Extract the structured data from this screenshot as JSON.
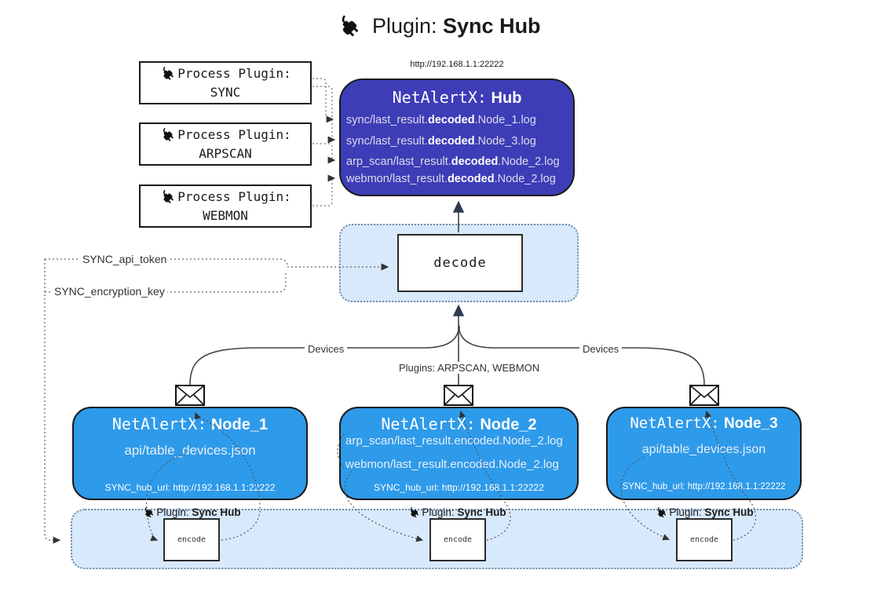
{
  "title": {
    "prefix": "Plugin:",
    "bold": "Sync Hub"
  },
  "process_plugins": [
    {
      "label": "Process Plugin:",
      "name": "SYNC"
    },
    {
      "label": "Process Plugin:",
      "name": "ARPSCAN"
    },
    {
      "label": "Process Plugin:",
      "name": "WEBMON"
    }
  ],
  "hub": {
    "url": "http://192.168.1.1:22222",
    "title_mono": "NetAlertX:",
    "title_bold": "Hub",
    "lines": [
      {
        "prefix": "sync/last_result.",
        "bold": "decoded",
        "suffix": ".Node_1.log"
      },
      {
        "prefix": "sync/last_result.",
        "bold": "decoded",
        "suffix": ".Node_3.log"
      },
      {
        "prefix": "arp_scan/last_result.",
        "bold": "decoded",
        "suffix": ".Node_2.log"
      },
      {
        "prefix": "webmon/last_result.",
        "bold": "decoded",
        "suffix": ".Node_2.log"
      }
    ]
  },
  "decode": {
    "label": "decode"
  },
  "tokens": {
    "api_token": "SYNC_api_token",
    "encryption_key": "SYNC_encryption_key"
  },
  "edges": {
    "devices_left": "Devices",
    "plugins_mid": "Plugins: ARPSCAN, WEBMON",
    "devices_right": "Devices"
  },
  "nodes": [
    {
      "title_mono": "NetAlertX:",
      "title_bold": "Node_1",
      "lines": [
        {
          "text": "api/table_devices.json"
        }
      ],
      "footer": "SYNC_hub_url: http://192.168.1.1:22222"
    },
    {
      "title_mono": "NetAlertX:",
      "title_bold": "Node_2",
      "lines": [
        {
          "text": "arp_scan/last_result.encoded.Node_2.log"
        },
        {
          "text": "webmon/last_result.encoded.Node_2.log"
        }
      ],
      "footer": "SYNC_hub_url: http://192.168.1.1:22222"
    },
    {
      "title_mono": "NetAlertX:",
      "title_bold": "Node_3",
      "lines": [
        {
          "text": "api/table_devices.json"
        }
      ],
      "footer": "SYNC_hub_url: http://192.168.1.1:22222"
    }
  ],
  "encode_section": {
    "plugin_prefix": "Plugin:",
    "plugin_bold": "Sync Hub",
    "box_label": "encode"
  },
  "colors": {
    "hub_fill": "#3d3db8",
    "node_fill": "#2e9aea",
    "light_blue": "#d8e9fb",
    "container_border": "#6e8ca6",
    "line": "#444444",
    "dotted": "#666666"
  }
}
